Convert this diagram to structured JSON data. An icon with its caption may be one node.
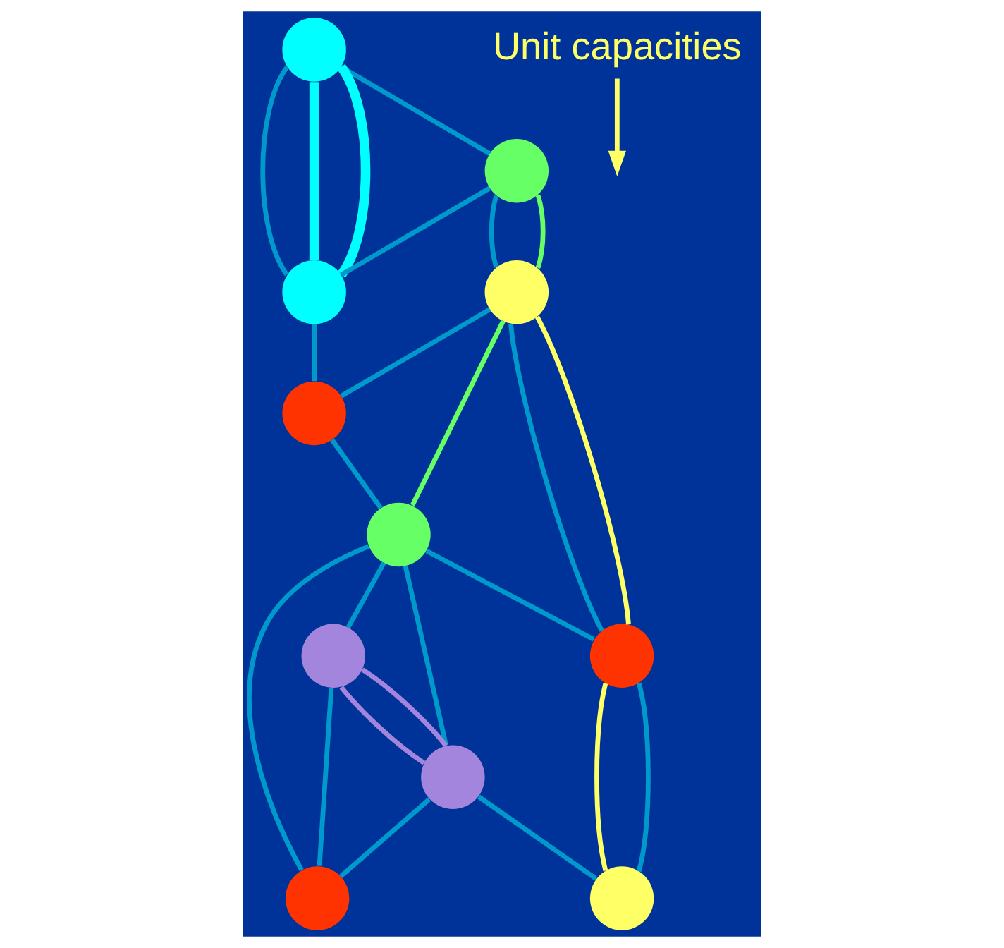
{
  "diagram": {
    "nodes": [
      {
        "text": [],
        "shape": "circle"
      },
      {
        "text": [],
        "shape": "circle"
      },
      {
        "text": [],
        "shape": "circle"
      },
      {
        "text": [],
        "shape": "circle"
      },
      {
        "text": [],
        "shape": "circle"
      },
      {
        "text": [],
        "shape": "circle"
      },
      {
        "text": [],
        "shape": "circle"
      },
      {
        "text": [],
        "shape": "circle"
      },
      {
        "text": [],
        "shape": "circle"
      },
      {
        "text": [],
        "shape": "circle"
      },
      {
        "text": [],
        "shape": "circle"
      },
      {
        "text": [
          "Unit capacities"
        ]
      }
    ],
    "edges": [
      {
        "from": 0,
        "to": 1,
        "arrow": "none"
      },
      {
        "from": 0,
        "to": 2,
        "arrow": "none"
      },
      {
        "from": 2,
        "to": 1,
        "arrow": "none"
      },
      {
        "from": 1,
        "to": 5,
        "arrow": "none"
      },
      {
        "from": 2,
        "to": 3,
        "arrow": "none"
      },
      {
        "from": 3,
        "to": 4,
        "arrow": "none"
      },
      {
        "from": 3,
        "to": 5,
        "arrow": "none"
      },
      {
        "from": 5,
        "to": 6,
        "arrow": "none"
      },
      {
        "from": 6,
        "to": 4,
        "arrow": "none"
      },
      {
        "from": 6,
        "to": 7,
        "arrow": "none"
      },
      {
        "from": 6,
        "to": 8,
        "arrow": "none"
      },
      {
        "from": 6,
        "to": 9,
        "arrow": "none"
      },
      {
        "from": 8,
        "to": 9,
        "arrow": "none"
      },
      {
        "from": 8,
        "to": 10,
        "arrow": "none"
      },
      {
        "from": 10,
        "to": 4,
        "arrow": "none"
      },
      {
        "from": 9,
        "to": 7,
        "arrow": "none"
      },
      {
        "from": 0,
        "to": 1,
        "arrow": "none",
        "style": "thick",
        "color": "#00ffff"
      },
      {
        "from": 1,
        "to": 0,
        "arrow": "none",
        "style": "thick",
        "color": "#00ffff"
      },
      {
        "from": 2,
        "to": 3,
        "arrow": "none",
        "color": "#66ff66"
      },
      {
        "from": 3,
        "to": 6,
        "arrow": "none",
        "color": "#66ff66"
      },
      {
        "from": 3,
        "to": 4,
        "arrow": "none",
        "color": "#ffff66"
      },
      {
        "from": 4,
        "to": 10,
        "arrow": "none",
        "color": "#ffff66"
      },
      {
        "from": 7,
        "to": 8,
        "arrow": "none",
        "color": "#a385dd"
      },
      {
        "from": 8,
        "to": 7,
        "arrow": "none",
        "color": "#a385dd"
      },
      {
        "from": 11,
        "to": null,
        "arrow": "to",
        "color": "#ffff66"
      }
    ]
  }
}
